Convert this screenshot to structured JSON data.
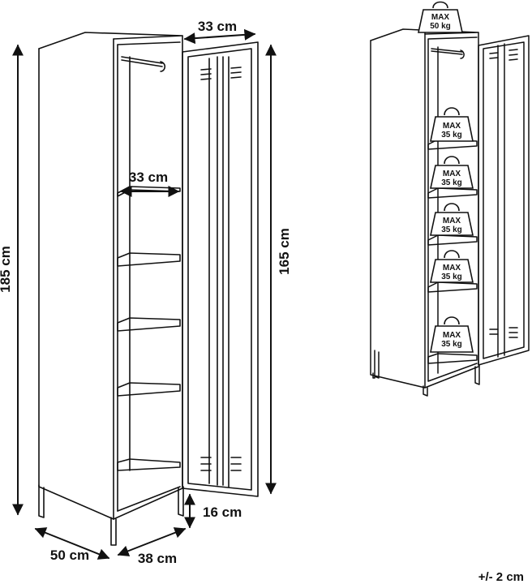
{
  "dimensions": {
    "height_total": "185 cm",
    "door_width": "33 cm",
    "inner_width": "33 cm",
    "door_height": "165 cm",
    "leg_height": "16 cm",
    "depth": "50 cm",
    "width": "38 cm"
  },
  "load_top": {
    "max": "MAX",
    "value": "50 kg"
  },
  "shelf_loads": [
    {
      "max": "MAX",
      "value": "35 kg"
    },
    {
      "max": "MAX",
      "value": "35 kg"
    },
    {
      "max": "MAX",
      "value": "35 kg"
    },
    {
      "max": "MAX",
      "value": "35 kg"
    },
    {
      "max": "MAX",
      "value": "35 kg"
    }
  ],
  "tolerance": "+/- 2 cm"
}
